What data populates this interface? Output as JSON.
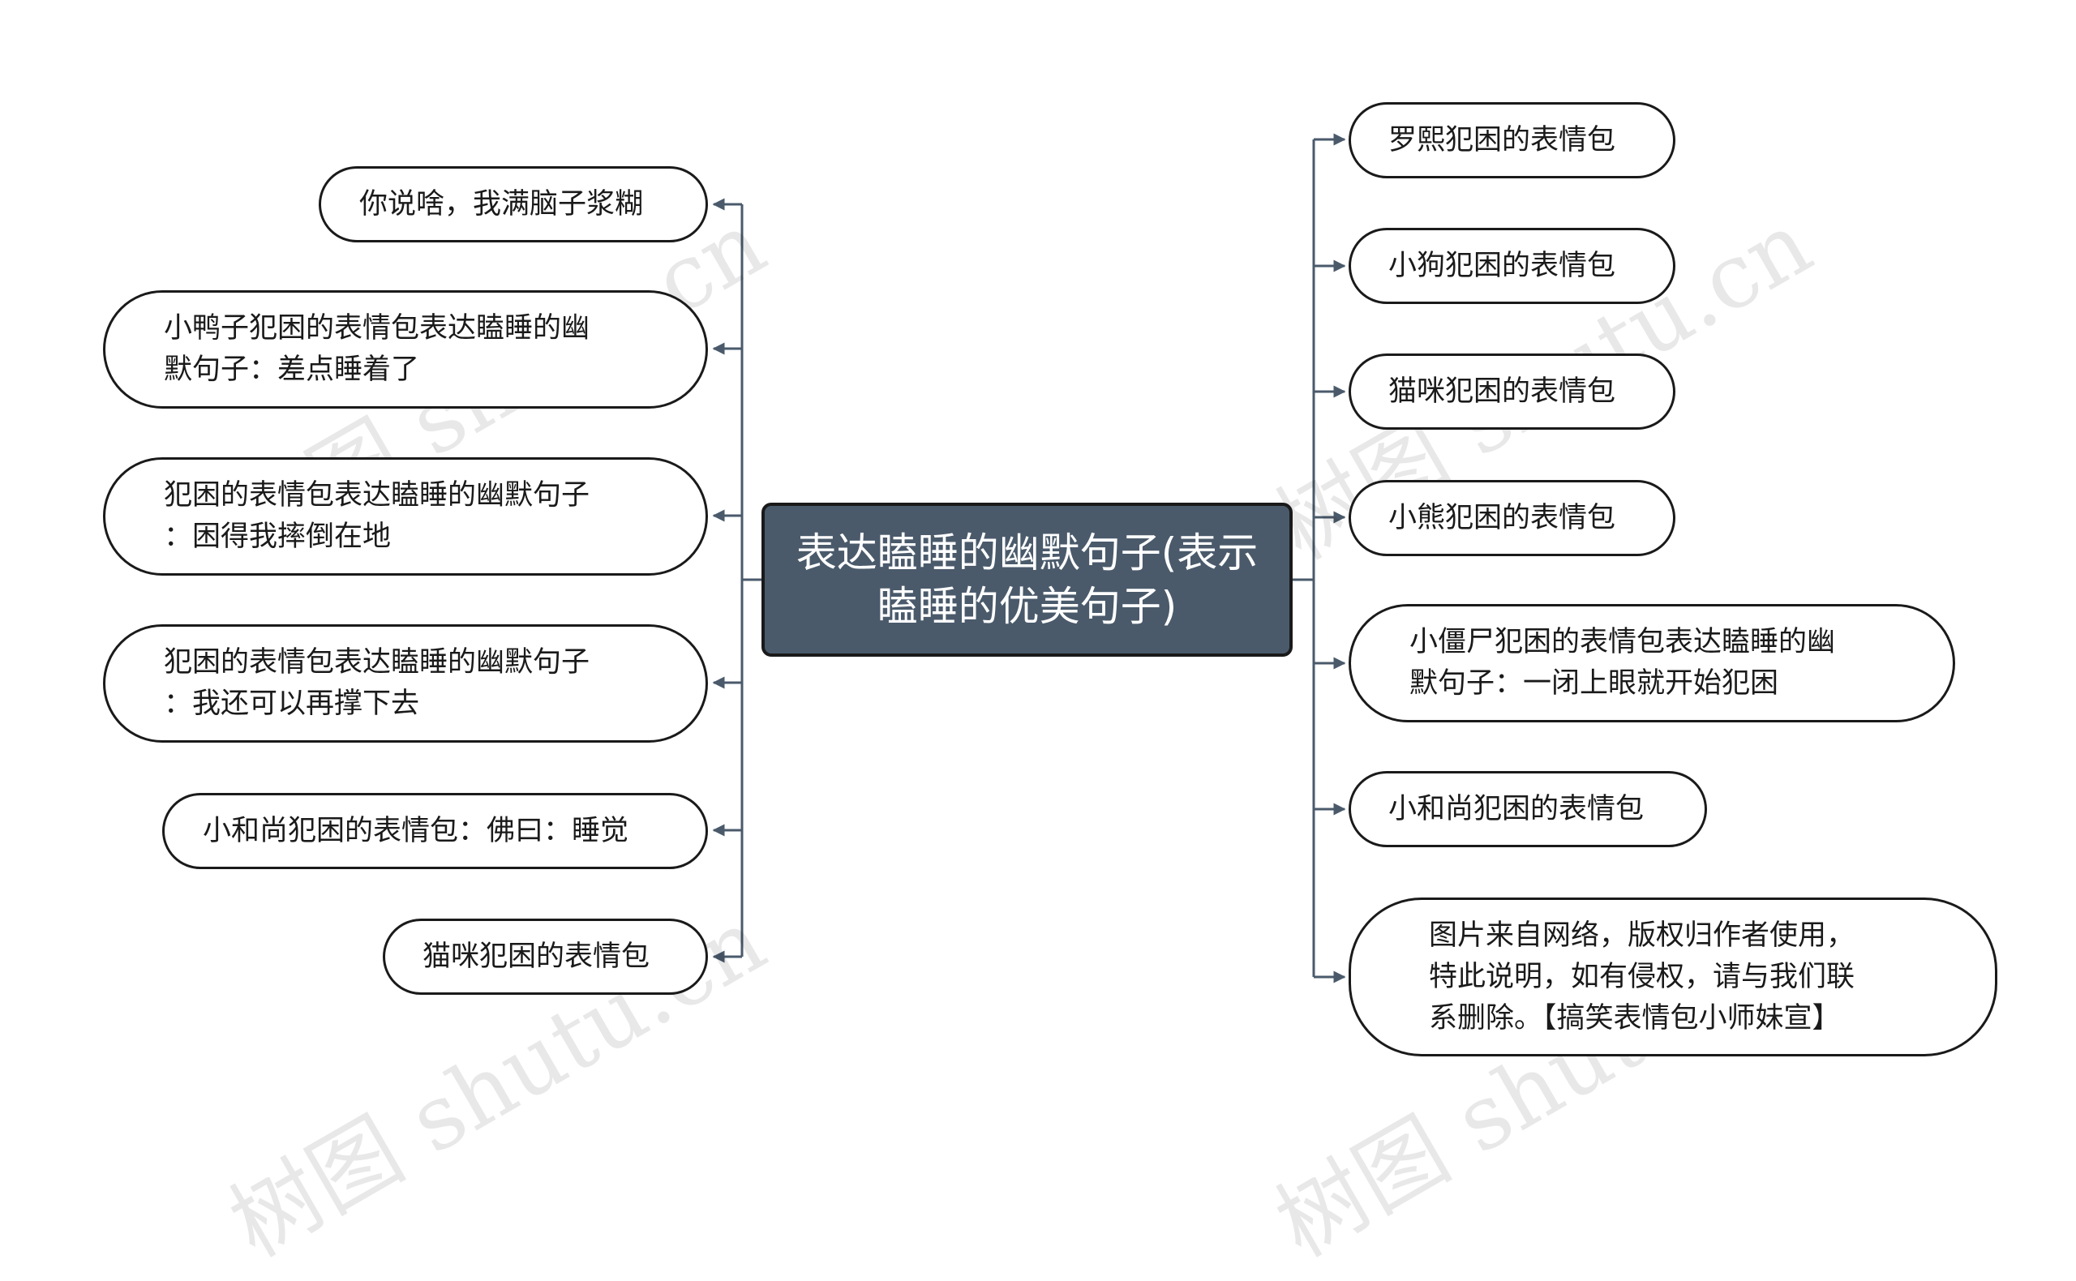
{
  "center": {
    "label": "表达瞌睡的幽默句子(表示\n瞌睡的优美句子)"
  },
  "left_nodes": [
    {
      "label": "你说啥，我满脑子浆糊"
    },
    {
      "label": "小鸭子犯困的表情包表达瞌睡的幽\n默句子：差点睡着了"
    },
    {
      "label": "犯困的表情包表达瞌睡的幽默句子\n：困得我摔倒在地"
    },
    {
      "label": "犯困的表情包表达瞌睡的幽默句子\n：我还可以再撑下去"
    },
    {
      "label": "小和尚犯困的表情包：佛曰：睡觉"
    },
    {
      "label": "猫咪犯困的表情包"
    }
  ],
  "right_nodes": [
    {
      "label": "罗熙犯困的表情包"
    },
    {
      "label": "小狗犯困的表情包"
    },
    {
      "label": "猫咪犯困的表情包"
    },
    {
      "label": "小熊犯困的表情包"
    },
    {
      "label": "小僵尸犯困的表情包表达瞌睡的幽\n默句子：一闭上眼就开始犯困"
    },
    {
      "label": "小和尚犯困的表情包"
    },
    {
      "label": "图片来自网络，版权归作者使用，\n特此说明，如有侵权，请与我们联\n系删除。【搞笑表情包小师妹宣】"
    }
  ],
  "watermark": {
    "text": "树图 shutu.cn"
  },
  "colors": {
    "center_fill": "#4a5a6b",
    "line": "#4a5a6b",
    "border": "#1a1a1a"
  }
}
